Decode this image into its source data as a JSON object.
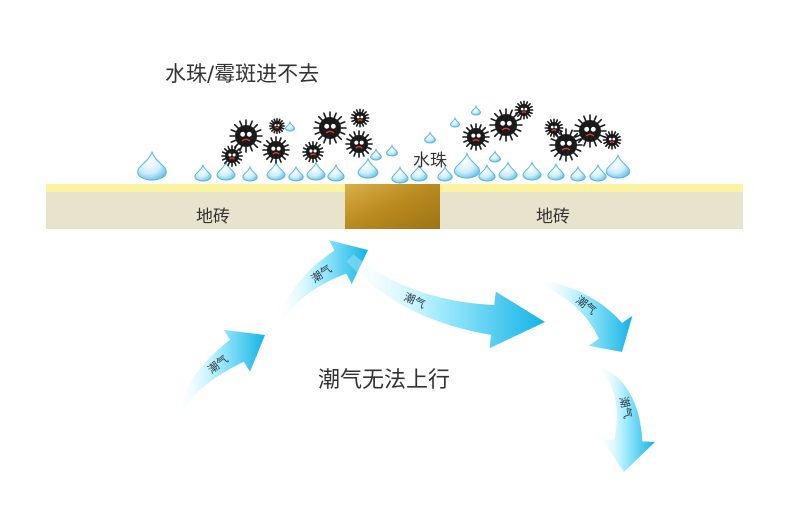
{
  "labels": {
    "title": "水珠/霉斑进不去",
    "water_bead": "水珠",
    "tile_left": "地砖",
    "tile_right": "地砖",
    "caption": "潮气无法上行"
  },
  "arrow_label": "潮气",
  "colors": {
    "tile": "#e8e3cc",
    "tile_top": "#fbf3a2",
    "grout": "#c49a28",
    "arrow_light": "#e6fbff",
    "arrow_dark": "#17b9e6",
    "mold": "#1a1a1a",
    "water": "#9fd8f2"
  },
  "icons": [
    "water-drop-icon",
    "mold-spore-icon",
    "flow-arrow-icon"
  ]
}
